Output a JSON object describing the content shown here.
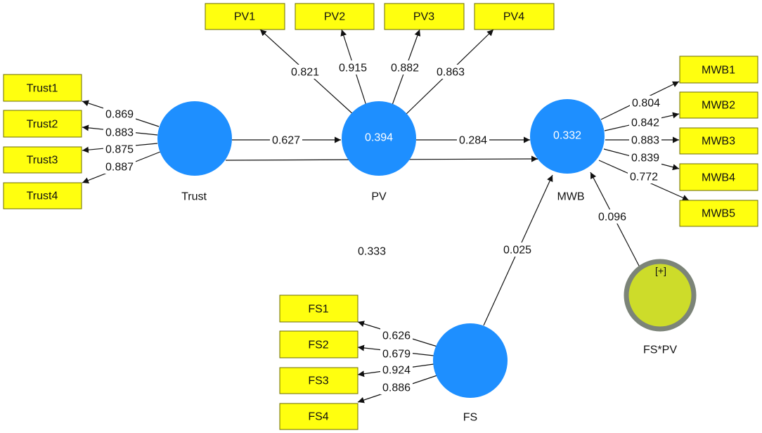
{
  "colors": {
    "indicator_fill": "#ffff0f",
    "latent_fill": "#1e8fff",
    "moderator_fill": "#cddc2a",
    "moderator_ring": "#7c8478"
  },
  "latents": {
    "trust": {
      "label": "Trust",
      "r2": ""
    },
    "pv": {
      "label": "PV",
      "r2": "0.394"
    },
    "mwb": {
      "label": "MWB",
      "r2": "0.332"
    },
    "fs": {
      "label": "FS",
      "r2": ""
    }
  },
  "moderator": {
    "label": "FS*PV",
    "mark": "[+]"
  },
  "indicators": {
    "trust": [
      "Trust1",
      "Trust2",
      "Trust3",
      "Trust4"
    ],
    "pv": [
      "PV1",
      "PV2",
      "PV3",
      "PV4"
    ],
    "mwb": [
      "MWB1",
      "MWB2",
      "MWB3",
      "MWB4",
      "MWB5"
    ],
    "fs": [
      "FS1",
      "FS2",
      "FS3",
      "FS4"
    ]
  },
  "loadings": {
    "trust": [
      "0.869",
      "0.883",
      "0.875",
      "0.887"
    ],
    "pv": [
      "0.821",
      "0.915",
      "0.882",
      "0.863"
    ],
    "mwb": [
      "0.804",
      "0.842",
      "0.883",
      "0.839",
      "0.772"
    ],
    "fs": [
      "0.626",
      "0.679",
      "0.924",
      "0.886"
    ]
  },
  "paths": {
    "trust_pv": "0.627",
    "pv_mwb": "0.284",
    "trust_mwb": "0.333",
    "fs_mwb": "0.025",
    "fspv_mwb": "0.096"
  }
}
